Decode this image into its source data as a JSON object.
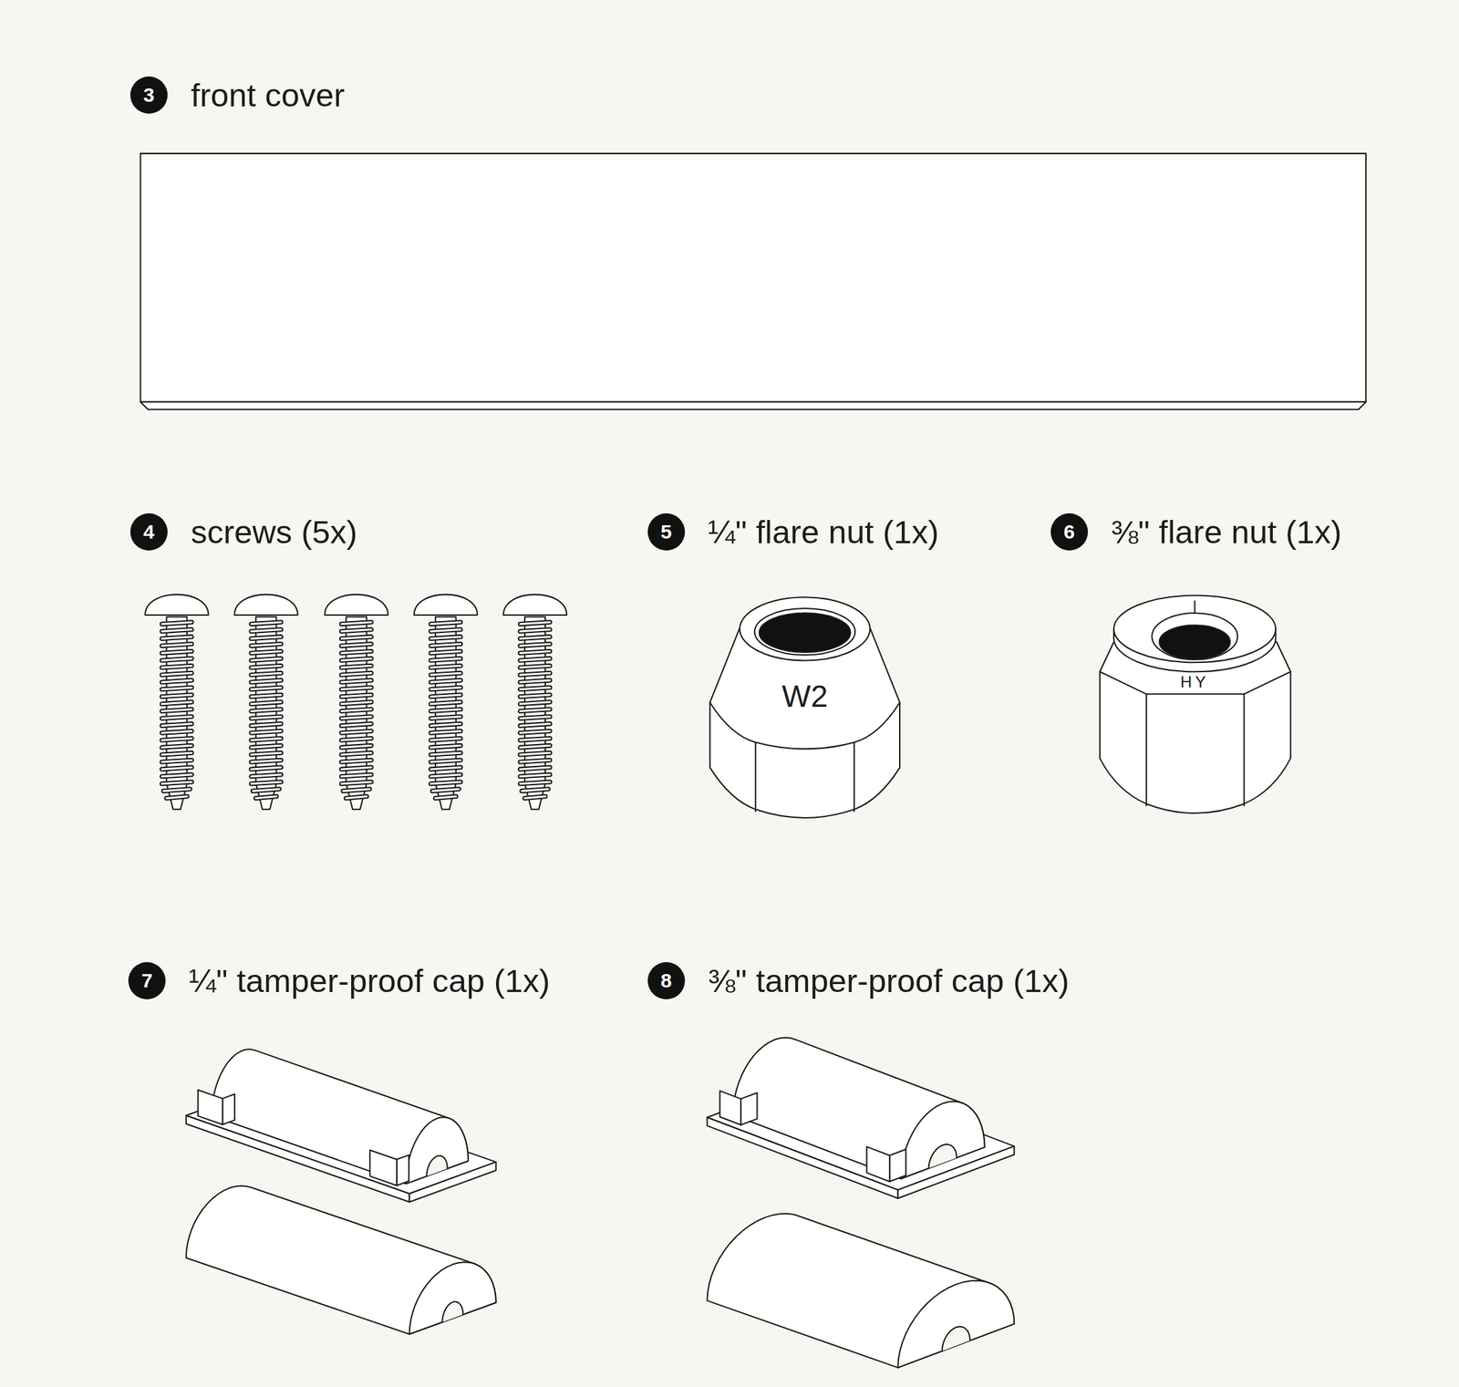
{
  "diagram": {
    "nodes": [
      {
        "text": [
          "3",
          "front cover"
        ]
      },
      {
        "text": [
          "4",
          "screws (5x)"
        ]
      },
      {
        "text": [
          "5",
          "¼\" flare nut (1x)"
        ]
      },
      {
        "text": [
          "6",
          "⅜\" flare nut (1x)"
        ]
      },
      {
        "text": [
          "7",
          "¼\" tamper-proof cap (1x)"
        ]
      },
      {
        "text": [
          "8",
          "⅜\" tamper-proof cap (1x)"
        ]
      }
    ],
    "labels": [
      "W2",
      "HY"
    ]
  }
}
